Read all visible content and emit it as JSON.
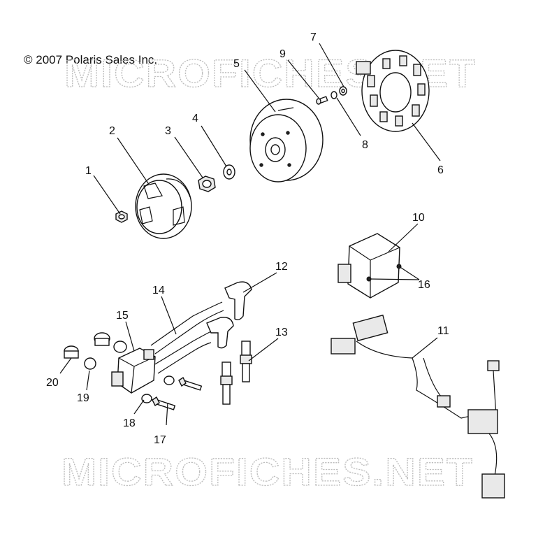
{
  "copyright": "© 2007 Polaris Sales Inc.",
  "watermarks": [
    "MICROFICHES.NET",
    "MICROFICHES.NET"
  ],
  "callouts": [
    "1",
    "2",
    "3",
    "4",
    "5",
    "6",
    "7",
    "8",
    "9",
    "10",
    "11",
    "12",
    "13",
    "14",
    "15",
    "16",
    "17",
    "18",
    "19",
    "20"
  ]
}
